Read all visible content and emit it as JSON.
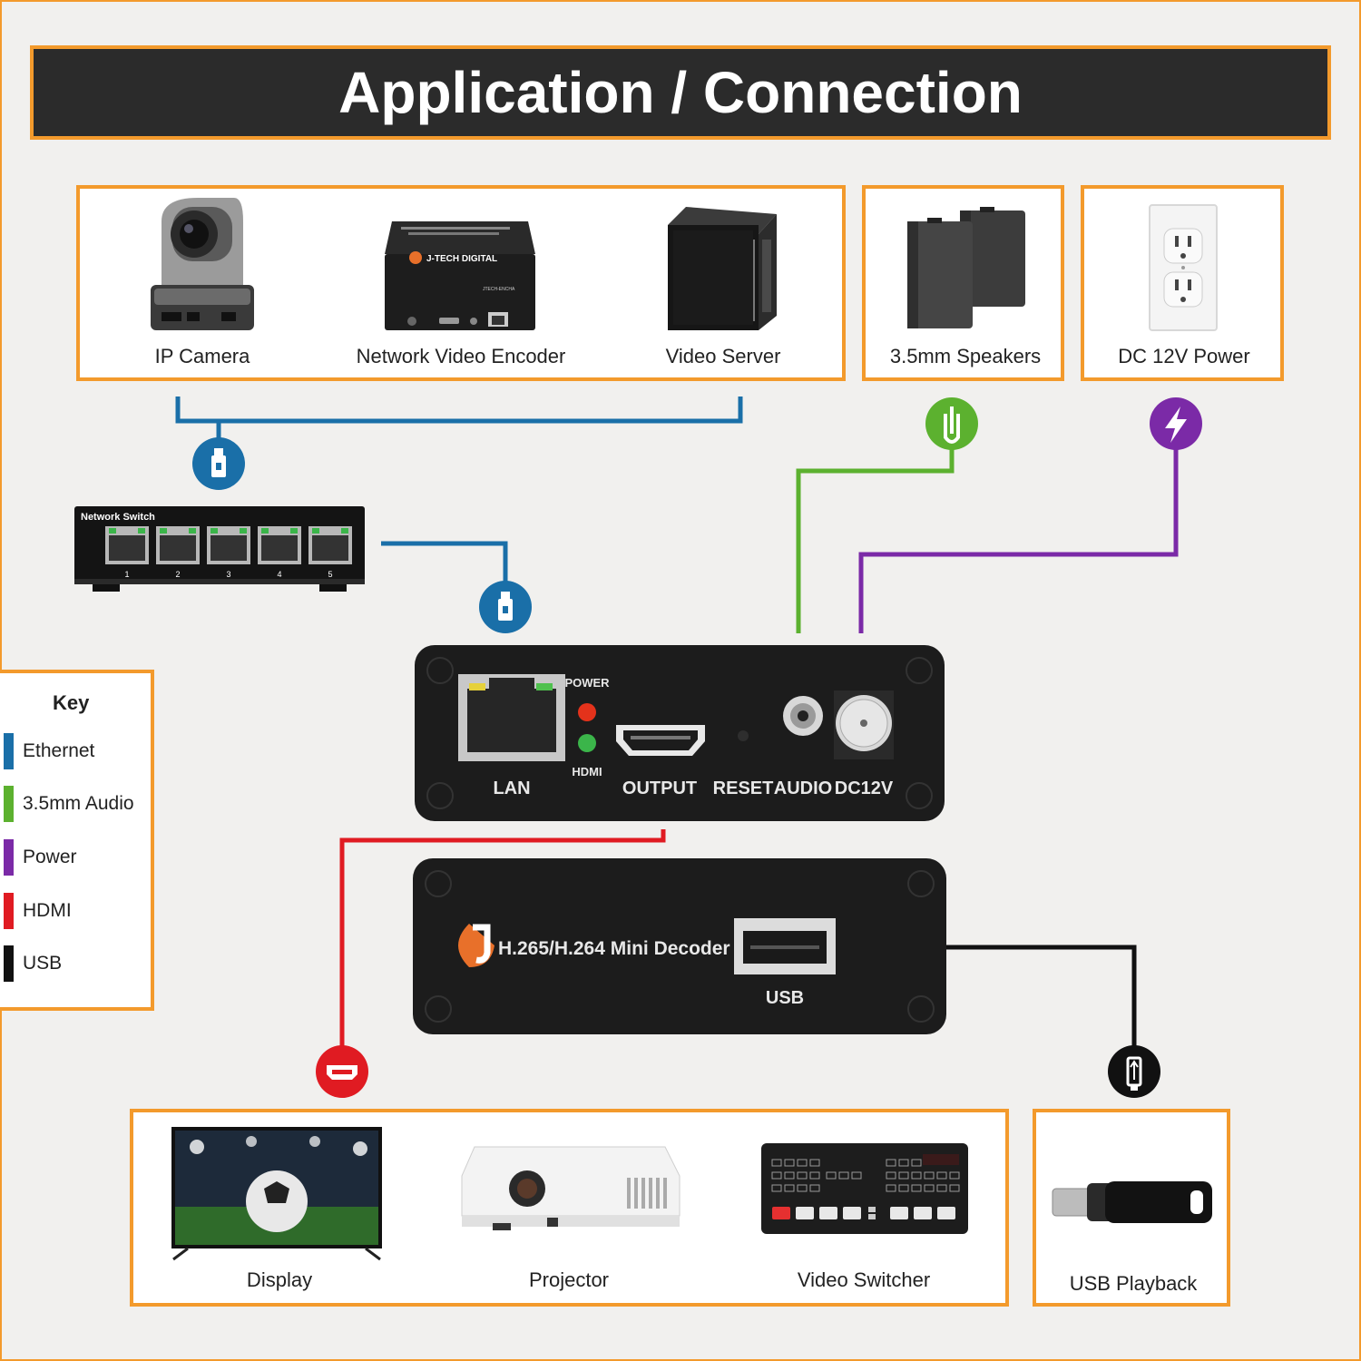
{
  "title": "Application / Connection",
  "sources": {
    "devices": [
      {
        "label": "IP Camera",
        "icon": "ip-camera-icon"
      },
      {
        "label": "Network Video Encoder",
        "icon": "encoder-icon"
      },
      {
        "label": "Video Server",
        "icon": "server-icon"
      }
    ],
    "encoder_brand": "J-TECH DIGITAL",
    "encoder_model": "JTECH-ENCHA",
    "speakers": {
      "label": "3.5mm Speakers",
      "icon": "speakers-icon"
    },
    "power": {
      "label": "DC 12V Power",
      "icon": "outlet-icon"
    }
  },
  "switch": {
    "label": "Network Switch",
    "ports": [
      "1",
      "2",
      "3",
      "4",
      "5"
    ]
  },
  "decoder_front": {
    "lan": "LAN",
    "power_led": "POWER",
    "hdmi_label": "HDMI",
    "output": "OUTPUT",
    "reset": "RESET",
    "audio": "AUDIO",
    "dc": "DC12V"
  },
  "decoder_back": {
    "name": "H.265/H.264 Mini Decoder",
    "usb": "USB"
  },
  "outputs": {
    "devices": [
      {
        "label": "Display",
        "icon": "tv-icon"
      },
      {
        "label": "Projector",
        "icon": "projector-icon"
      },
      {
        "label": "Video Switcher",
        "icon": "video-switcher-icon"
      }
    ],
    "usb": {
      "label": "USB Playback",
      "icon": "usb-drive-icon"
    }
  },
  "key": {
    "title": "Key",
    "items": [
      {
        "label": "Ethernet",
        "color": "#1a6fa8"
      },
      {
        "label": "3.5mm Audio",
        "color": "#5cb12f"
      },
      {
        "label": "Power",
        "color": "#7b2aa7"
      },
      {
        "label": "HDMI",
        "color": "#e01b22"
      },
      {
        "label": "USB",
        "color": "#111111"
      }
    ]
  },
  "colors": {
    "accent": "#f39a2c",
    "title_bg": "#2b2b2b"
  }
}
